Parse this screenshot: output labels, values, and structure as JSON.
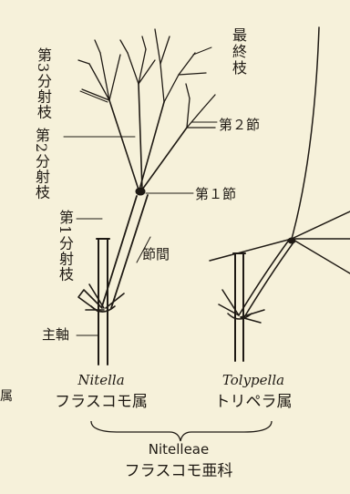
{
  "labels": {
    "last_branch": "最終枝",
    "third_branch": "第3分射枝",
    "second_node": "第２節",
    "second_branch": "第2分射枝",
    "first_node": "第１節",
    "first_branch": "第1分射枝",
    "internode": "節間",
    "main_axis": "主軸",
    "left_edge_char": "属"
  },
  "captions": {
    "nitella_latin": "Nitella",
    "nitella_jp": "フラスコモ属",
    "tolypella_latin": "Tolypella",
    "tolypella_jp": "トリペラ属",
    "family_latin": "Nitelleae",
    "family_jp": "フラスコモ亜科"
  }
}
